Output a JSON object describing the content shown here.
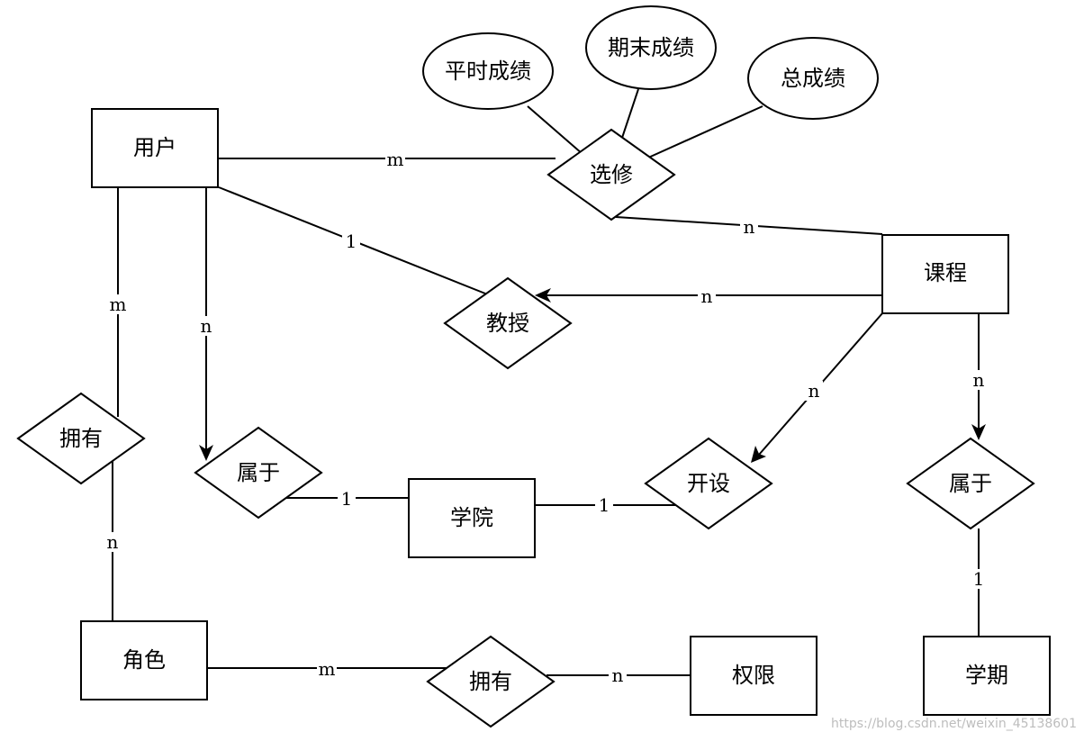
{
  "entities": {
    "user": "用户",
    "course": "课程",
    "college": "学院",
    "role": "角色",
    "permission": "权限",
    "semester": "学期"
  },
  "relationships": {
    "elective": "选修",
    "teach": "教授",
    "user_has_role": "拥有",
    "user_belongs": "属于",
    "offer": "开设",
    "course_belongs": "属于",
    "role_has_permission": "拥有"
  },
  "attributes": {
    "regular_score": "平时成绩",
    "final_score": "期末成绩",
    "total_score": "总成绩"
  },
  "cardinalities": {
    "user_elective": "m",
    "course_elective": "n",
    "user_teach": "1",
    "course_teach": "n",
    "user_has_role": "m",
    "role_has": "n",
    "user_belongs": "n",
    "belongs_college": "1",
    "college_offer": "1",
    "course_offer": "n",
    "course_belongs": "n",
    "belongs_semester": "1",
    "role_has_permission": "m",
    "permission_has": "n"
  },
  "watermark": "https://blog.csdn.net/weixin_45138601"
}
